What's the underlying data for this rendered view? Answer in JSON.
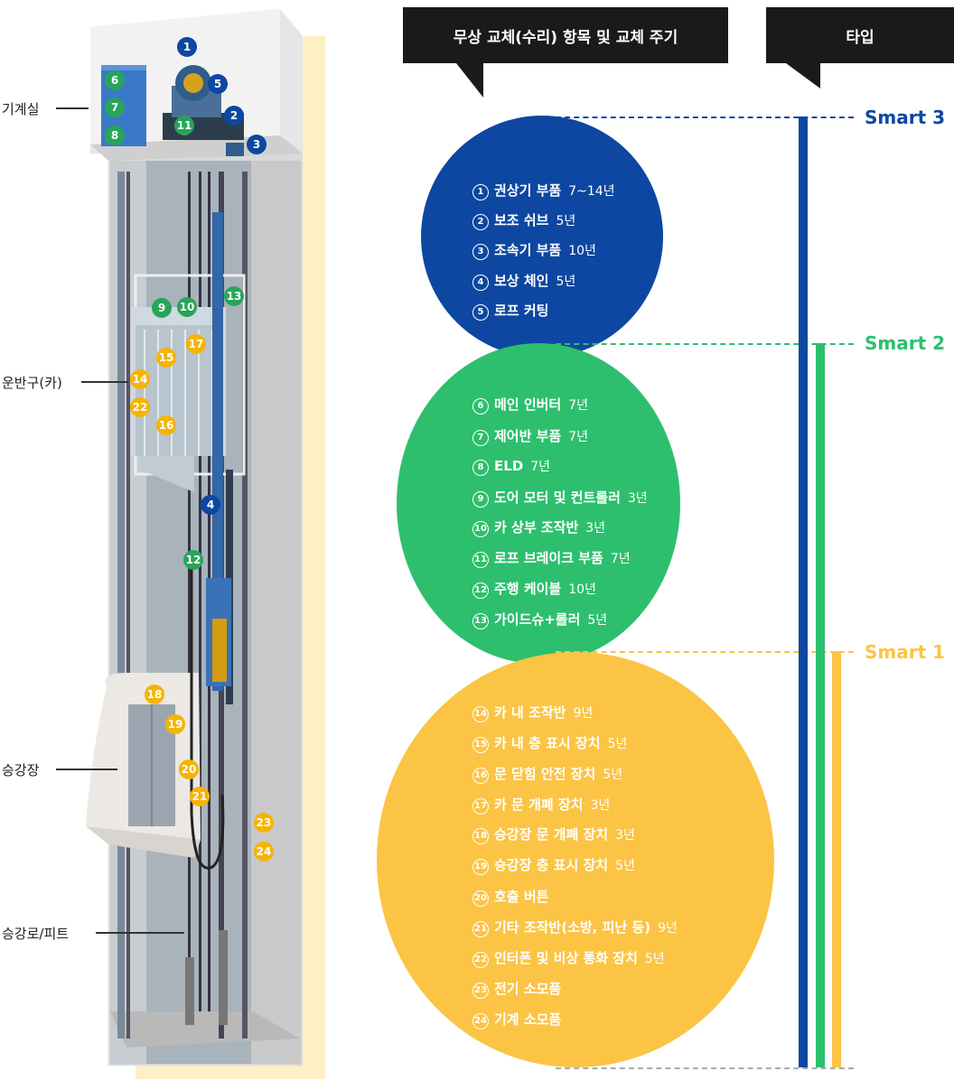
{
  "left_labels": [
    {
      "id": "machine-room",
      "text": "기계실"
    },
    {
      "id": "car",
      "text": "운반구(카)"
    },
    {
      "id": "landing",
      "text": "승강장"
    },
    {
      "id": "hoistway",
      "text": "승강로/피트"
    }
  ],
  "headers": {
    "items": "무상 교체(수리) 항목 및 교체 주기",
    "type": "타입"
  },
  "types": {
    "smart3": {
      "label": "Smart 3",
      "color": "#0d47a1"
    },
    "smart2": {
      "label": "Smart 2",
      "color": "#2dbf6e"
    },
    "smart1": {
      "label": "Smart 1",
      "color": "#fbc444"
    }
  },
  "groups": {
    "blue": {
      "color": "#0d47a1",
      "items": [
        {
          "num": "1",
          "name": "권상기 부품",
          "period": "7~14년"
        },
        {
          "num": "2",
          "name": "보조 쉬브",
          "period": "5년"
        },
        {
          "num": "3",
          "name": "조속기 부품",
          "period": "10년"
        },
        {
          "num": "4",
          "name": "보상 체인",
          "period": "5년"
        },
        {
          "num": "5",
          "name": "로프 커팅",
          "period": ""
        }
      ]
    },
    "green": {
      "color": "#2dbf6e",
      "items": [
        {
          "num": "6",
          "name": "메인 인버터",
          "period": "7년"
        },
        {
          "num": "7",
          "name": "제어반 부품",
          "period": "7년"
        },
        {
          "num": "8",
          "name": "ELD",
          "period": "7년"
        },
        {
          "num": "9",
          "name": "도어 모터 및 컨트롤러",
          "period": "3년"
        },
        {
          "num": "10",
          "name": "카 상부 조작반",
          "period": "3년"
        },
        {
          "num": "11",
          "name": "로프 브레이크 부품",
          "period": "7년"
        },
        {
          "num": "12",
          "name": "주행 케이블",
          "period": "10년"
        },
        {
          "num": "13",
          "name": "가이드슈+롤러",
          "period": "5년"
        }
      ]
    },
    "yellow": {
      "color": "#fbc444",
      "items": [
        {
          "num": "14",
          "name": "카 내 조작반",
          "period": "9년"
        },
        {
          "num": "15",
          "name": "카 내 층 표시 장치",
          "period": "5년"
        },
        {
          "num": "16",
          "name": "문 닫힘 안전 장치",
          "period": "5년"
        },
        {
          "num": "17",
          "name": "카 문 개폐 장치",
          "period": "3년"
        },
        {
          "num": "18",
          "name": "승강장 문 개폐 장치",
          "period": "3년"
        },
        {
          "num": "19",
          "name": "승강장 층 표시 장치",
          "period": "5년"
        },
        {
          "num": "20",
          "name": "호출 버튼",
          "period": ""
        },
        {
          "num": "21",
          "name": "기타 조작반(소방, 피난 등)",
          "period": "9년"
        },
        {
          "num": "22",
          "name": "인터폰 및 비상 통화 장치",
          "period": "5년"
        },
        {
          "num": "23",
          "name": "전기 소모품",
          "period": ""
        },
        {
          "num": "24",
          "name": "기계 소모품",
          "period": ""
        }
      ]
    }
  },
  "badges": [
    {
      "n": "1",
      "c": "blue"
    },
    {
      "n": "2",
      "c": "blue"
    },
    {
      "n": "3",
      "c": "blue"
    },
    {
      "n": "4",
      "c": "blue"
    },
    {
      "n": "5",
      "c": "blue"
    },
    {
      "n": "6",
      "c": "green"
    },
    {
      "n": "7",
      "c": "green"
    },
    {
      "n": "8",
      "c": "green"
    },
    {
      "n": "9",
      "c": "green"
    },
    {
      "n": "10",
      "c": "green"
    },
    {
      "n": "11",
      "c": "green"
    },
    {
      "n": "12",
      "c": "green"
    },
    {
      "n": "13",
      "c": "green"
    },
    {
      "n": "14",
      "c": "yellow"
    },
    {
      "n": "15",
      "c": "yellow"
    },
    {
      "n": "16",
      "c": "yellow"
    },
    {
      "n": "17",
      "c": "yellow"
    },
    {
      "n": "18",
      "c": "yellow"
    },
    {
      "n": "19",
      "c": "yellow"
    },
    {
      "n": "20",
      "c": "yellow"
    },
    {
      "n": "21",
      "c": "yellow"
    },
    {
      "n": "22",
      "c": "yellow"
    },
    {
      "n": "23",
      "c": "yellow"
    },
    {
      "n": "24",
      "c": "yellow"
    }
  ]
}
